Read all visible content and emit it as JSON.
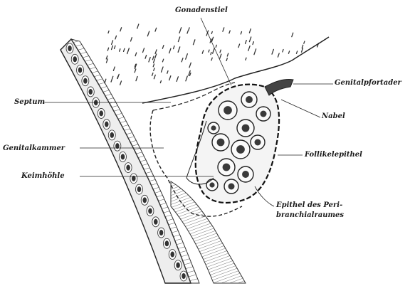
{
  "labels": {
    "gonadenstiel": "Gonadenstiel",
    "genitalpfortader": "Genitalpfortader",
    "septum": "Septum",
    "nabel": "Nabel",
    "genitalkammer": "Genitalkammer",
    "follikelepithel": "Follikelepithel",
    "keimhoehle": "Keimhöhle",
    "epithel_line1": "Epithel des Peri-",
    "epithel_line2": "branchialraumes"
  },
  "colors": {
    "ink": "#1a1a1a",
    "tissue": "#e6e6e6",
    "paper": "#ffffff"
  }
}
